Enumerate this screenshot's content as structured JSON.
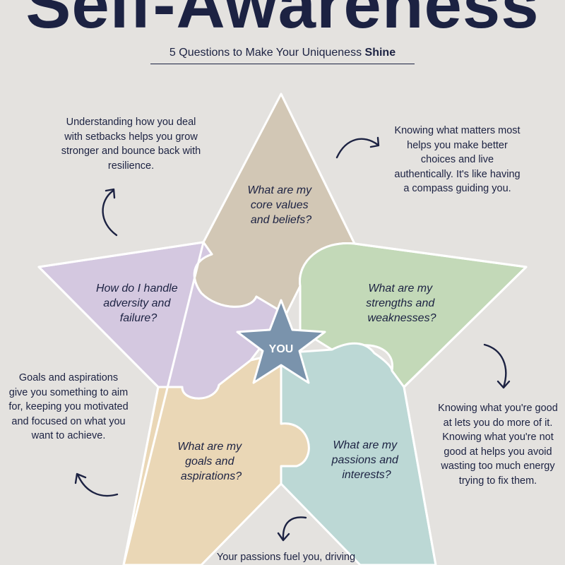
{
  "header": {
    "title": "Self-Awareness",
    "subtitle_prefix": "5 Questions to Make Your Uniqueness ",
    "subtitle_emphasis": "Shine"
  },
  "center_label": "YOU",
  "questions": {
    "values": [
      "What are my",
      "core values",
      "and beliefs?"
    ],
    "strengths": [
      "What are my",
      "strengths and",
      "weaknesses?"
    ],
    "passions": [
      "What are my",
      "passions and",
      "interests?"
    ],
    "goals": [
      "What are my",
      "goals and",
      "aspirations?"
    ],
    "adversity": [
      "How do I handle",
      "adversity and",
      "failure?"
    ]
  },
  "notes": {
    "adversity": "Understanding how you deal with setbacks helps you grow stronger and bounce back with resilience.",
    "values": "Knowing what matters most helps you make better choices and live authentically. It's like having a compass guiding you.",
    "goals": "Goals and aspirations give you something to aim for, keeping you motivated and focused on what you want to achieve.",
    "strengths": "Knowing what you're good at lets you do more of it. Knowing what you're not good at helps you avoid wasting too much energy trying to fix them.",
    "passions": "Your passions fuel you, driving"
  },
  "colors": {
    "background": "#e4e2df",
    "text": "#1c2242",
    "values_piece": "#d2c7b5",
    "strengths_piece": "#c3d9b8",
    "passions_piece": "#bcd8d5",
    "goals_piece": "#ead7b6",
    "adversity_piece": "#d4c8e0",
    "center_star": "#7a93ac"
  }
}
